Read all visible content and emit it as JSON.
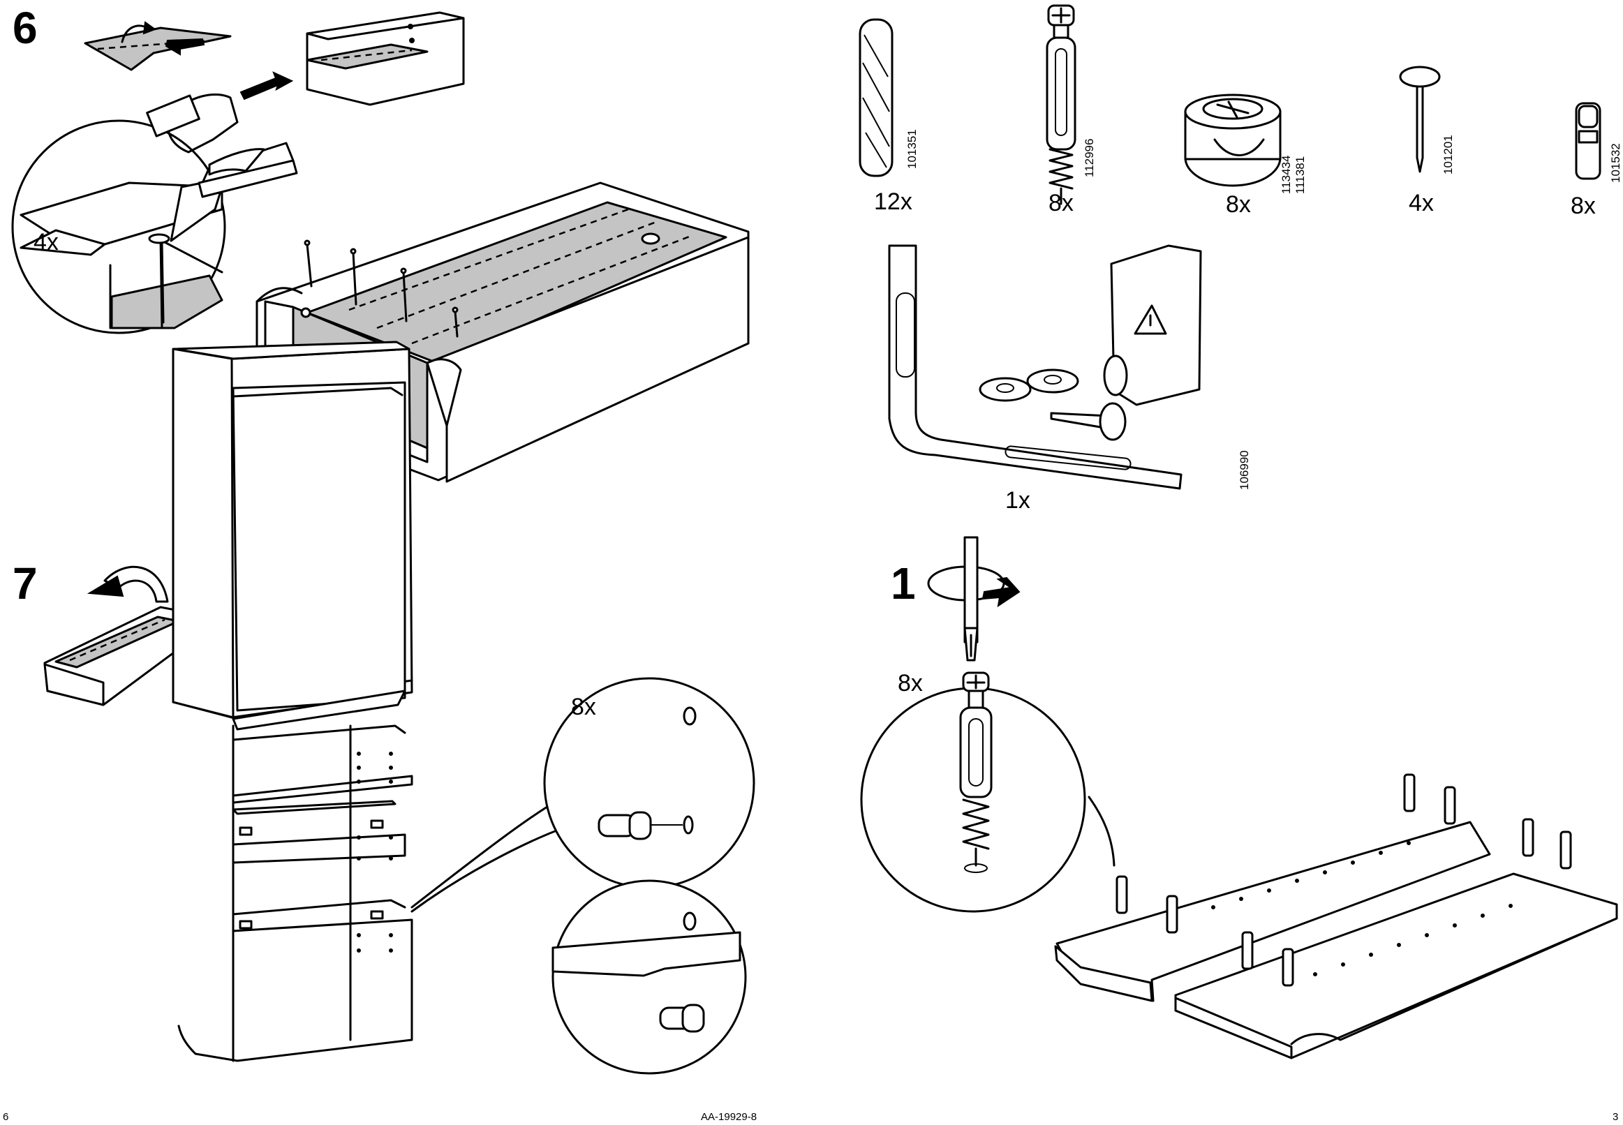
{
  "steps": {
    "step6": {
      "number": "6",
      "nail_count": "4x"
    },
    "step7": {
      "number": "7",
      "pin_count": "8x"
    },
    "step1": {
      "number": "1",
      "screw_count": "8x"
    }
  },
  "parts": [
    {
      "code": "101351",
      "qty": "12x",
      "icon": "wooden-dowel-icon"
    },
    {
      "code": "112996",
      "qty": "8x",
      "icon": "cam-stud-icon"
    },
    {
      "code": "113434",
      "code2": "111381",
      "qty": "8x",
      "icon": "cam-lock-nut-icon"
    },
    {
      "code": "101201",
      "qty": "4x",
      "icon": "nail-icon"
    },
    {
      "code": "101532",
      "qty": "8x",
      "icon": "shelf-pin-icon"
    }
  ],
  "wall_kit": {
    "code": "106990",
    "qty": "1x",
    "icon": "wall-bracket-kit-icon"
  },
  "footer": {
    "page_left": "6",
    "doc_id": "AA-19929-8",
    "page_right": "3"
  }
}
